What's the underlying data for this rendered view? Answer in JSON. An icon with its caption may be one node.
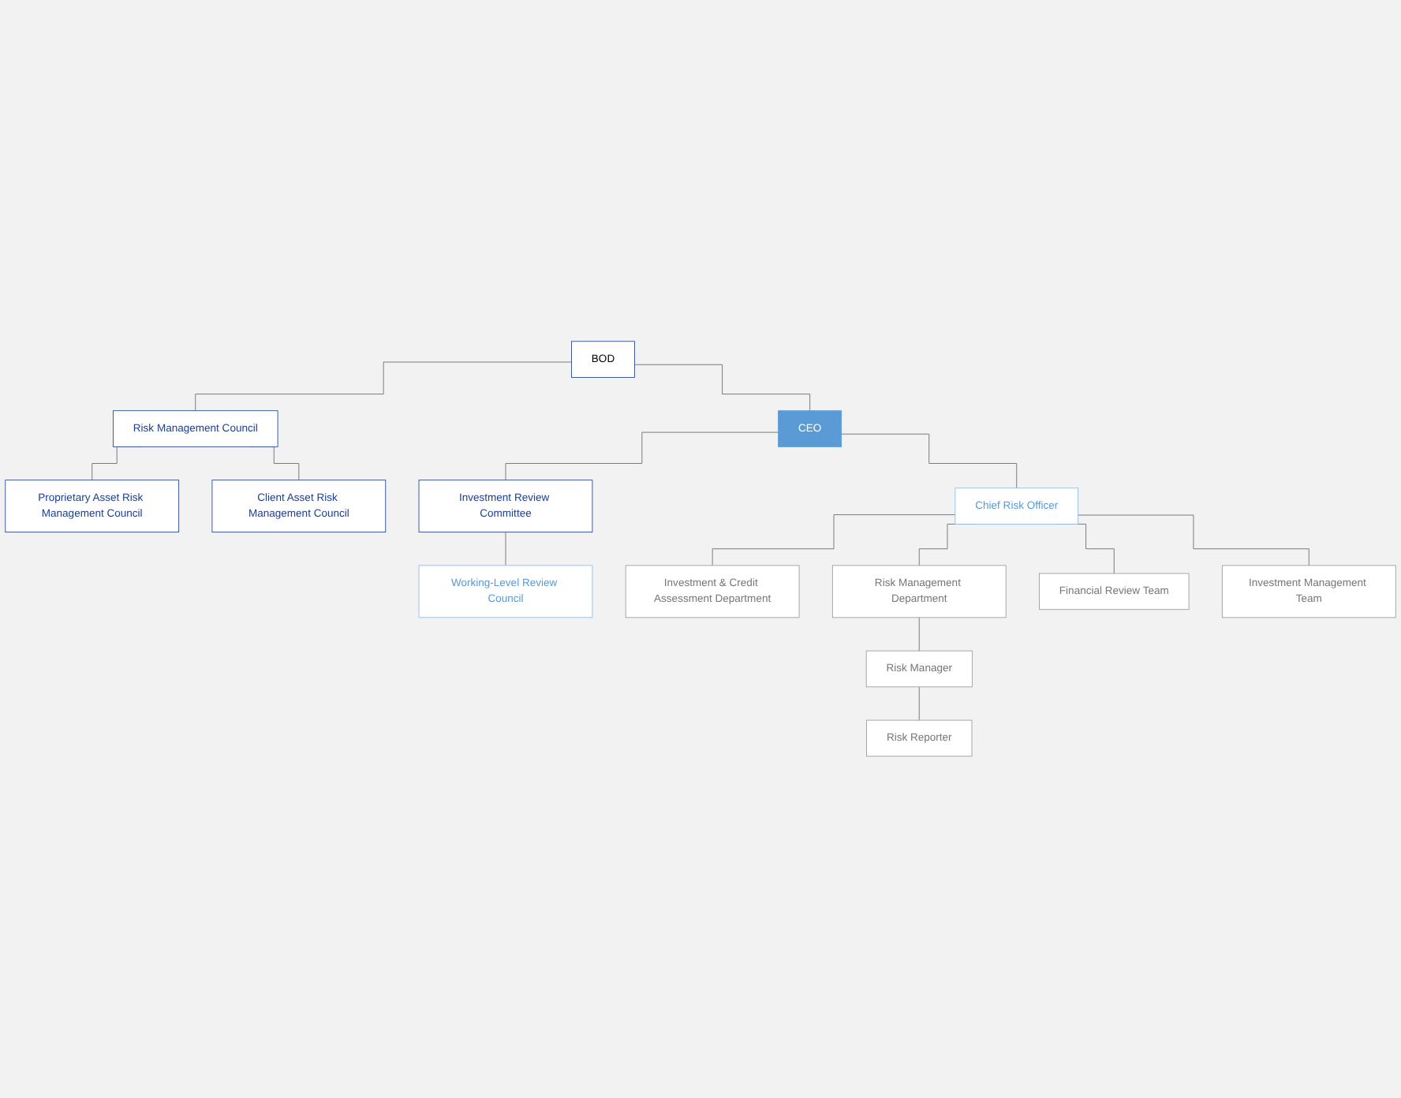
{
  "diagram": {
    "nodes": [
      {
        "text": [
          "BOD"
        ]
      },
      {
        "text": [
          "Risk Management Council"
        ]
      },
      {
        "text": [
          "Proprietary Asset Risk Management Council"
        ]
      },
      {
        "text": [
          "Client Asset Risk Management Council"
        ]
      },
      {
        "text": [
          "CEO"
        ]
      },
      {
        "text": [
          "Investment Review Committee"
        ]
      },
      {
        "text": [
          "Working-Level Review Council"
        ]
      },
      {
        "text": [
          "Chief Risk Officer"
        ]
      },
      {
        "text": [
          "Investment & Credit Assessment Department"
        ]
      },
      {
        "text": [
          "Risk Management Department"
        ]
      },
      {
        "text": [
          "Financial Review Team"
        ]
      },
      {
        "text": [
          "Investment Management Team"
        ]
      },
      {
        "text": [
          "Risk Manager"
        ]
      },
      {
        "text": [
          "Risk Reporter"
        ]
      }
    ],
    "edges": [
      {
        "from": 0,
        "to": 1,
        "arrow": "none"
      },
      {
        "from": 1,
        "to": 2,
        "arrow": "none"
      },
      {
        "from": 1,
        "to": 3,
        "arrow": "none"
      },
      {
        "from": 0,
        "to": 4,
        "arrow": "none"
      },
      {
        "from": 4,
        "to": 5,
        "arrow": "none"
      },
      {
        "from": 4,
        "to": 7,
        "arrow": "none"
      },
      {
        "from": 5,
        "to": 6,
        "arrow": "none"
      },
      {
        "from": 7,
        "to": 8,
        "arrow": "none"
      },
      {
        "from": 7,
        "to": 9,
        "arrow": "none"
      },
      {
        "from": 7,
        "to": 10,
        "arrow": "none"
      },
      {
        "from": 7,
        "to": 11,
        "arrow": "none"
      },
      {
        "from": 9,
        "to": 12,
        "arrow": "none"
      },
      {
        "from": 12,
        "to": 13,
        "arrow": "none"
      }
    ]
  }
}
